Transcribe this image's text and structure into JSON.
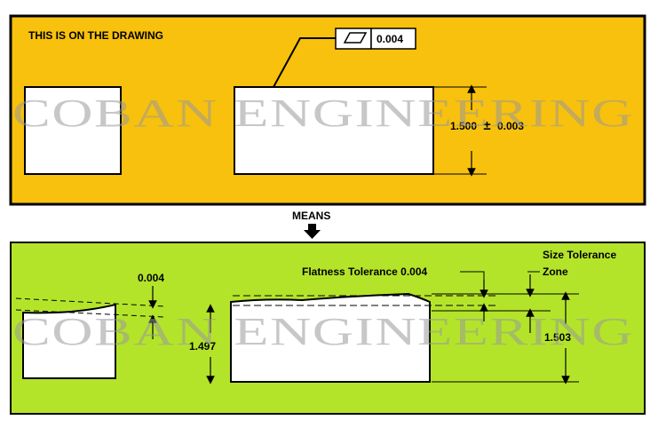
{
  "top_panel": {
    "title": "THIS IS ON THE DRAWING",
    "feature_control_frame": {
      "symbol": "flatness-icon",
      "value": "0.004"
    },
    "dimension": {
      "nominal": "1.500",
      "plusminus": "±",
      "tolerance": "0.003"
    },
    "background_color": "#f7c10d"
  },
  "arrow_label": "MEANS",
  "bottom_panel": {
    "flatness_label": "Flatness Tolerance 0.004",
    "size_tolerance_label_line1": "Size Tolerance",
    "size_tolerance_label_line2": "Zone",
    "left_flatness_value": "0.004",
    "min_dimension": "1.497",
    "max_dimension": "1.503",
    "background_color": "#b4e42a"
  },
  "watermark": "COBAN ENGINEERING"
}
